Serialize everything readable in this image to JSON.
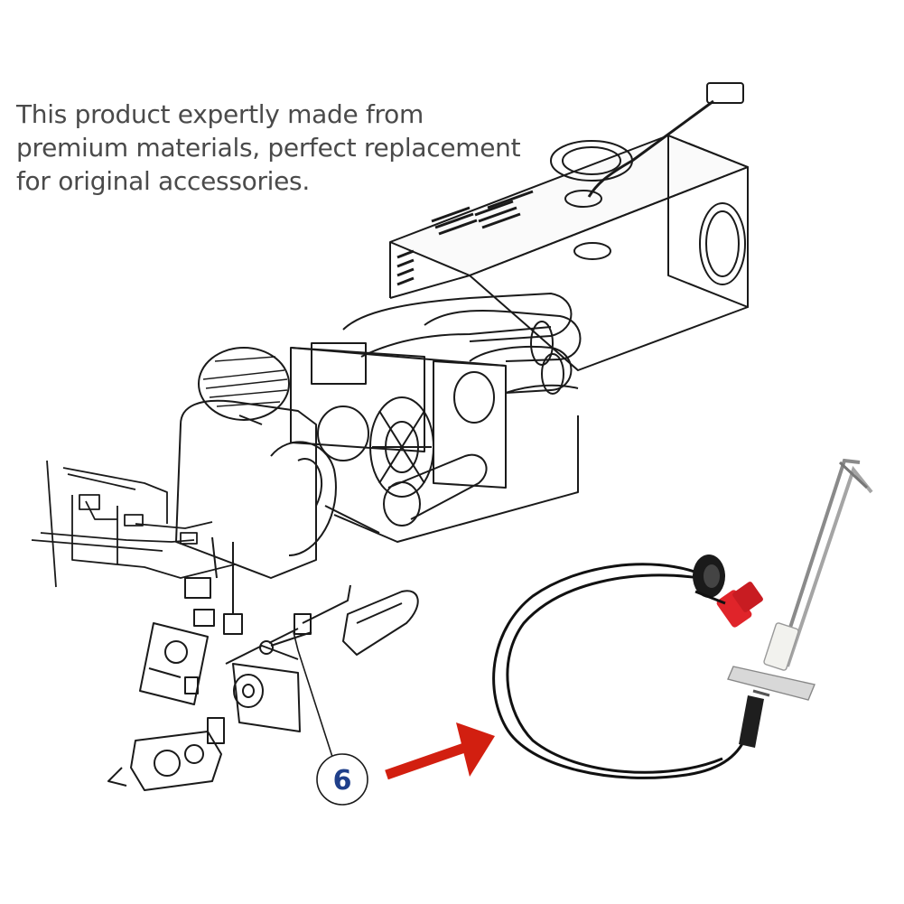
{
  "caption": {
    "lines": [
      "This product expertly made from",
      "premium materials, perfect replacement",
      "for original accessories."
    ]
  },
  "callout": {
    "number": "6"
  },
  "colors": {
    "arrow": "#d21f10",
    "callout_text": "#1f3f8a",
    "line_art": "#1a1a1a",
    "connector": "#e0242a"
  },
  "icons": [
    "furnace-exploded-diagram",
    "igniter-electrode-icon",
    "arrow-icon"
  ]
}
